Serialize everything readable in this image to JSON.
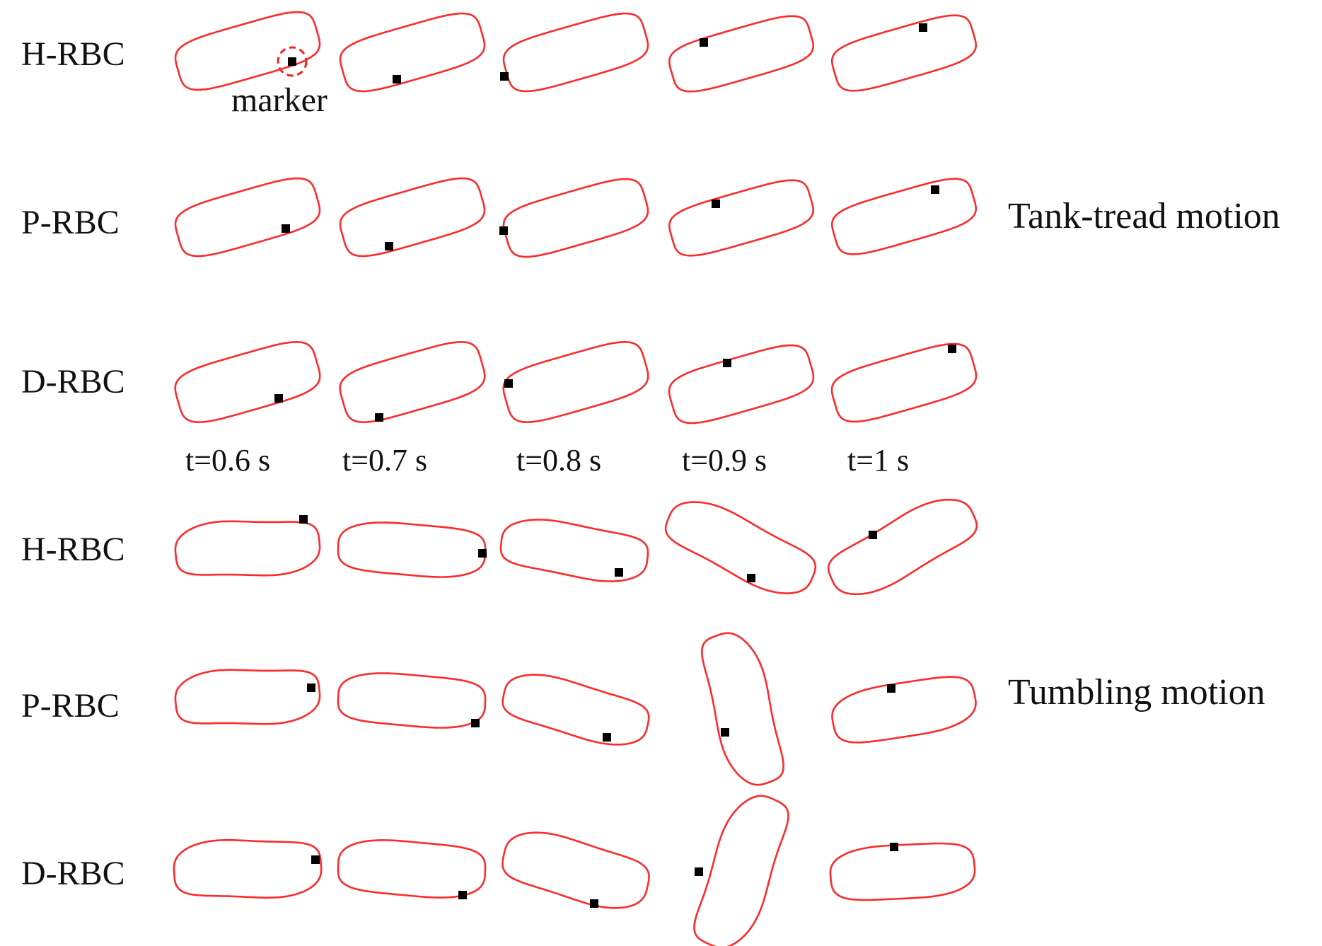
{
  "tank_tread": {
    "rows": [
      {
        "label": "H-RBC"
      },
      {
        "label": "P-RBC"
      },
      {
        "label": "D-RBC"
      }
    ],
    "motion_label": "Tank-tread motion",
    "marker_annotation": "marker"
  },
  "time_labels": [
    "t=0.6 s",
    "t=0.7 s",
    "t=0.8 s",
    "t=0.9 s",
    "t=1 s"
  ],
  "tumbling": {
    "rows": [
      {
        "label": "H-RBC"
      },
      {
        "label": "P-RBC"
      },
      {
        "label": "D-RBC"
      }
    ],
    "motion_label": "Tumbling motion"
  },
  "colors": {
    "cell_outline": "#ff2a2a",
    "marker": "#000000",
    "marker_highlight": "#ff1a1a"
  }
}
